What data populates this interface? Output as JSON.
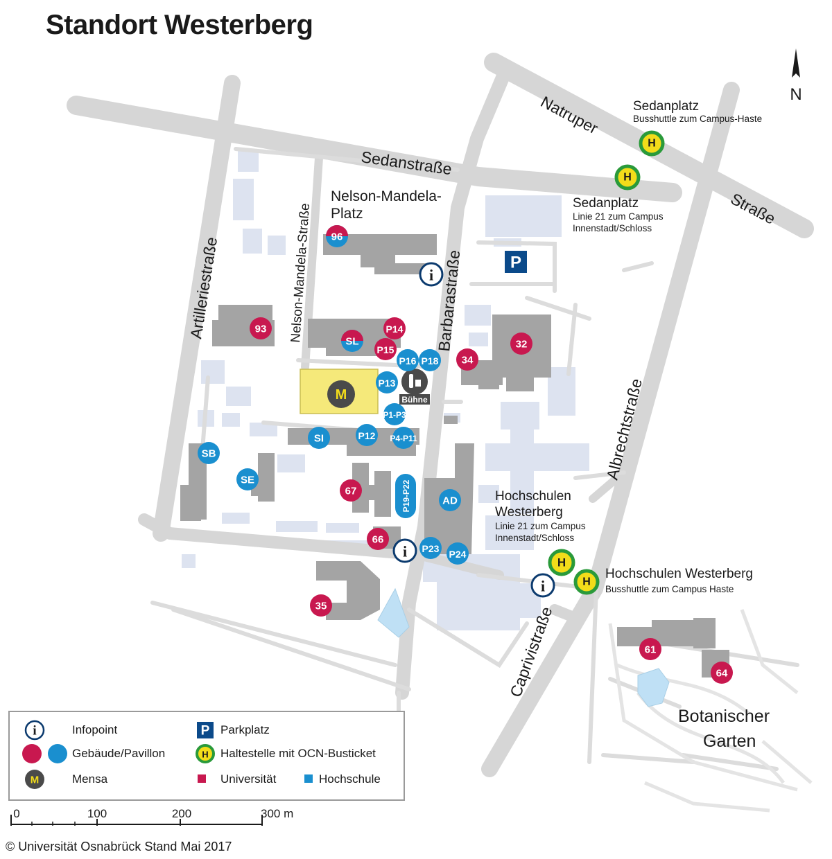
{
  "title": "Standort Westerberg",
  "colors": {
    "university": "#c8184f",
    "hochschule": "#1a8fcf",
    "road": "#d6d6d6",
    "building": "#a4a4a4",
    "building_light": "#dde3f0",
    "mensa_area": "#f5e97a",
    "water": "#bfe0f5",
    "parking": "#0b4a8a",
    "bus_stop_ring": "#2a9a3a",
    "bus_stop_fill": "#f3dc1a"
  },
  "streets": {
    "sedanstrasse": "Sedanstraße",
    "natruper": "Natruper",
    "strasse": "Straße",
    "artilleriestrasse": "Artilleriestraße",
    "nelson_mandela_strasse": "Nelson-Mandela-Straße",
    "barbarastrasse": "Barbarastraße",
    "albrechtstrasse": "Albrechtstraße",
    "caprivistrasse": "Caprivistraße"
  },
  "places": {
    "nelson_mandela_platz_1": "Nelson-Mandela-",
    "nelson_mandela_platz_2": "Platz",
    "botanischer_garten_1": "Botanischer",
    "botanischer_garten_2": "Garten",
    "buehne": "Bühne"
  },
  "bus_stops": {
    "sedanplatz_shuttle": {
      "name": "Sedanplatz",
      "line": "Busshuttle zum Campus-Haste"
    },
    "sedanplatz_linie": {
      "name": "Sedanplatz",
      "line1": "Linie 21 zum Campus",
      "line2": "Innenstadt/Schloss"
    },
    "hochschulen_linie": {
      "name1": "Hochschulen",
      "name2": "Westerberg",
      "line1": "Linie 21 zum Campus",
      "line2": "Innenstadt/Schloss"
    },
    "hochschulen_shuttle": {
      "name": "Hochschulen Westerberg",
      "line": "Busshuttle zum Campus Haste"
    },
    "symbol": "H"
  },
  "markers": {
    "info_symbol": "i",
    "parking_symbol": "P",
    "mensa_symbol": "M",
    "university": [
      "96",
      "93",
      "SL",
      "P14",
      "P15",
      "34",
      "32",
      "67",
      "66",
      "35",
      "61",
      "64"
    ],
    "hochschule": [
      "P16",
      "P18",
      "P13",
      "P1-P3",
      "SI",
      "P12",
      "P4-P11",
      "SB",
      "SE",
      "P19-P22",
      "AD",
      "P23",
      "P24"
    ]
  },
  "legend": {
    "infopoint": "Infopoint",
    "gebaeude": "Gebäude/Pavillon",
    "mensa": "Mensa",
    "parkplatz": "Parkplatz",
    "haltestelle": "Haltestelle mit OCN-Busticket",
    "universitaet": "Universität",
    "hochschule": "Hochschule"
  },
  "scale": {
    "ticks": [
      "0",
      "100",
      "200",
      "300 m"
    ]
  },
  "north": "N",
  "copyright": "© Universität Osnabrück Stand Mai 2017"
}
